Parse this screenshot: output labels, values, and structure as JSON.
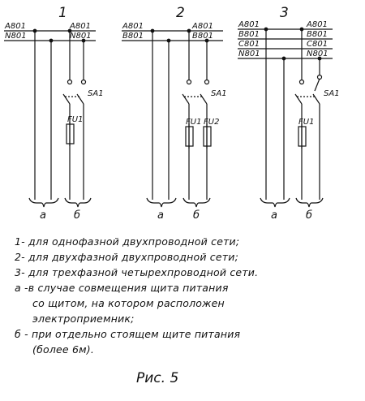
{
  "figure": {
    "caption": "Рис. 5",
    "schemes": [
      {
        "number": "1",
        "buses_left": [
          "A801",
          "N801"
        ],
        "buses_right": [
          "A801",
          "N801"
        ],
        "switch_label": "SA1",
        "fuse_labels": [
          "FU1"
        ],
        "group_left": "а",
        "group_right": "б"
      },
      {
        "number": "2",
        "buses_left": [
          "A801",
          "B801"
        ],
        "buses_right": [
          "A801",
          "B801"
        ],
        "switch_label": "SA1",
        "fuse_labels": [
          "FU1",
          "FU2"
        ],
        "group_left": "а",
        "group_right": "б"
      },
      {
        "number": "3",
        "buses_left": [
          "A801",
          "B801",
          "C801",
          "N801"
        ],
        "buses_right": [
          "A801",
          "B801",
          "C801",
          "N801"
        ],
        "switch_label": "SA1",
        "fuse_labels": [
          "FU1"
        ],
        "group_left": "а",
        "group_right": "б"
      }
    ]
  },
  "legend": {
    "items": [
      {
        "lines": [
          "1- для однофазной двухпроводной сети;"
        ]
      },
      {
        "lines": [
          "2- для двухфазной двухпроводной сети;"
        ]
      },
      {
        "lines": [
          "3- для трехфазной четырехпроводной сети."
        ]
      },
      {
        "lines": [
          "а -в случае совмещения щита питания",
          "со щитом, на котором расположен",
          "электроприемник;"
        ]
      },
      {
        "lines": [
          "б - при отдельно стоящем щите питания",
          "(более 6м)."
        ]
      }
    ]
  }
}
